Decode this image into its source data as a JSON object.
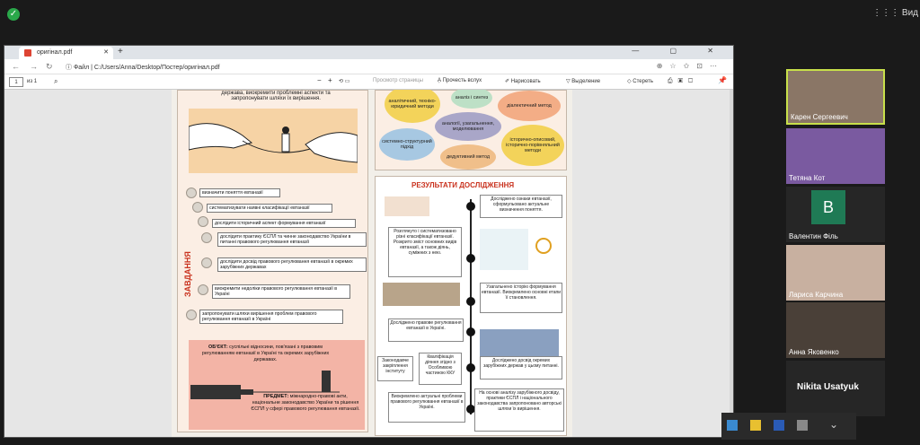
{
  "meeting": {
    "view_label": "Вид"
  },
  "browser": {
    "tab_title": "оригінал.pdf",
    "new_tab": "+",
    "window_controls": "— ▢ ✕",
    "url_prefix": "Файл",
    "url": "C:/Users/Anna/Desktop/Постер/оригінал.pdf",
    "page_current": "1",
    "page_total": "из 1",
    "toolbar": {
      "minus": "−",
      "plus": "+",
      "page_view": "Просмотр страницы",
      "read_aloud": "Прочесть вслух",
      "draw": "Нарисовать",
      "highlight": "Выделение",
      "erase": "Стереть"
    }
  },
  "poster": {
    "top_text": "держава, виокремити проблемні аспекти та запропонувати шляхи їх вирішення.",
    "tasks_title": "ЗАВДАННЯ",
    "tasks": [
      "визначити поняття евтаназії",
      "систематизувати наявні класифікації евтаназії",
      "дослідити історичний аспект формування евтаназії",
      "дослідити практику ЄСПЛ та чинне законодавство України в питанні правового регулювання евтаназії",
      "дослідити досвід правового регулювання евтаназії в окремих зарубіжних державах",
      "виокремити недоліки правового регулювання евтаназії в Україні",
      "запропонувати шляхи вирішення проблем правового регулювання евтаназії в Україні"
    ],
    "object_label": "ОБ'ЄКТ:",
    "object_text": "суспільні відносини, пов'язані з правовим регулюванням евтаназії в Україні та окремих зарубіжних державах.",
    "subject_label": "ПРЕДМЕТ:",
    "subject_text": "міжнародно-правові акти, національне законодавство України та рішення ЄСПЛ у сфері правового регулювання евтаназії.",
    "methods": [
      "аналітичний, техніко-юридичний методи",
      "аналіз і синтез",
      "діалектичний метод",
      "аналогії, узагальнення, моделювання",
      "системно-структурний підхід",
      "дедуктивний метод",
      "історично-описовий, історично-порівняльний методи"
    ],
    "results_title": "РЕЗУЛЬТАТИ ДОСЛІДЖЕННЯ",
    "results": [
      "Досліджено ознаки евтаназії, сформульовано актуальне визначення поняття.",
      "Розглянуто і систематизовано різні класифікації евтаназії. Розкрито зміст основних видів евтаназії, а також діянь, суміжних з нею.",
      "Узагальнено історію формування евтаназії. Виокремлено основні етапи її становлення.",
      "Досліджено правове регулювання евтаназії в Україні.",
      "Законодавче закріплення інституту",
      "Кваліфікація діяння згідно з Особливою частиною ККУ",
      "Досліджено досвід окремих зарубіжних держав у цьому питанні.",
      "Виокремлено актуальні проблеми правового регулювання евтаназії в Україні.",
      "На основі аналізу зарубіжного досвіду, практики ЄСПЛ і національного законодавства запропоновано авторські шляхи їх вирішення."
    ]
  },
  "participants": [
    {
      "name": "Карен Сергеевич"
    },
    {
      "name": "Тетяна Кот"
    },
    {
      "name": "Валентин Філь",
      "initial": "B"
    },
    {
      "name": "Лариса Карчина"
    },
    {
      "name": "Анна Яковенко"
    },
    {
      "name": "Nikita Usatyuk"
    }
  ],
  "tray_more": "⌄"
}
